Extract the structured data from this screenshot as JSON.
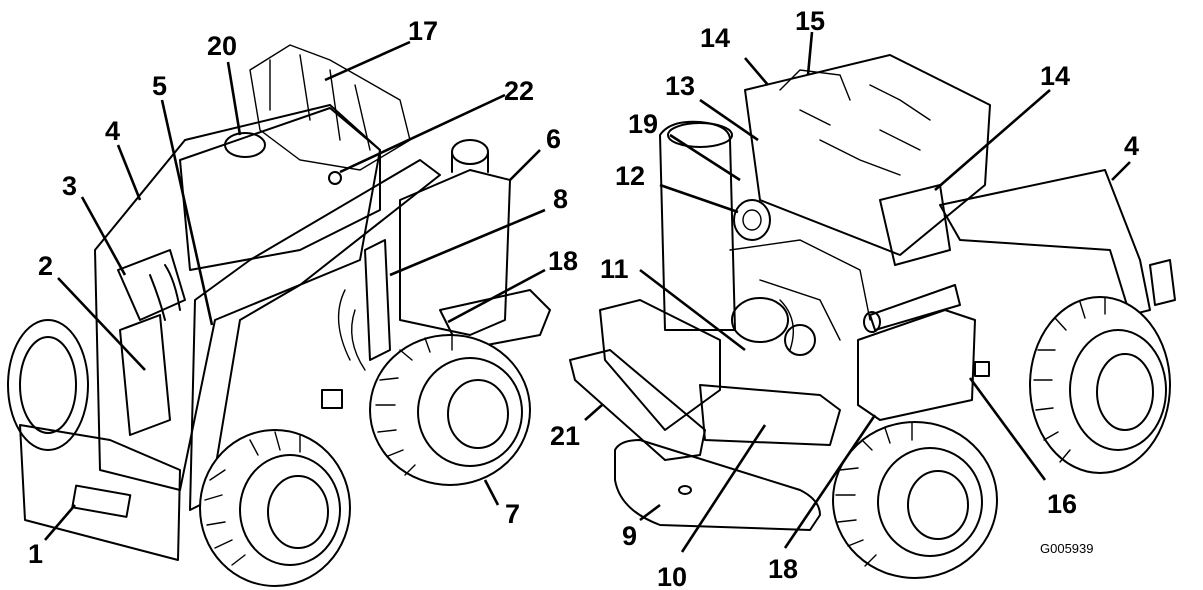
{
  "figure": {
    "code": "G005939",
    "callouts_left": [
      "20",
      "17",
      "5",
      "22",
      "4",
      "6",
      "3",
      "8",
      "2",
      "18",
      "7",
      "1"
    ],
    "callouts_right": [
      "14",
      "15",
      "14",
      "13",
      "4",
      "19",
      "12",
      "11",
      "21",
      "16",
      "9",
      "10",
      "18"
    ]
  }
}
